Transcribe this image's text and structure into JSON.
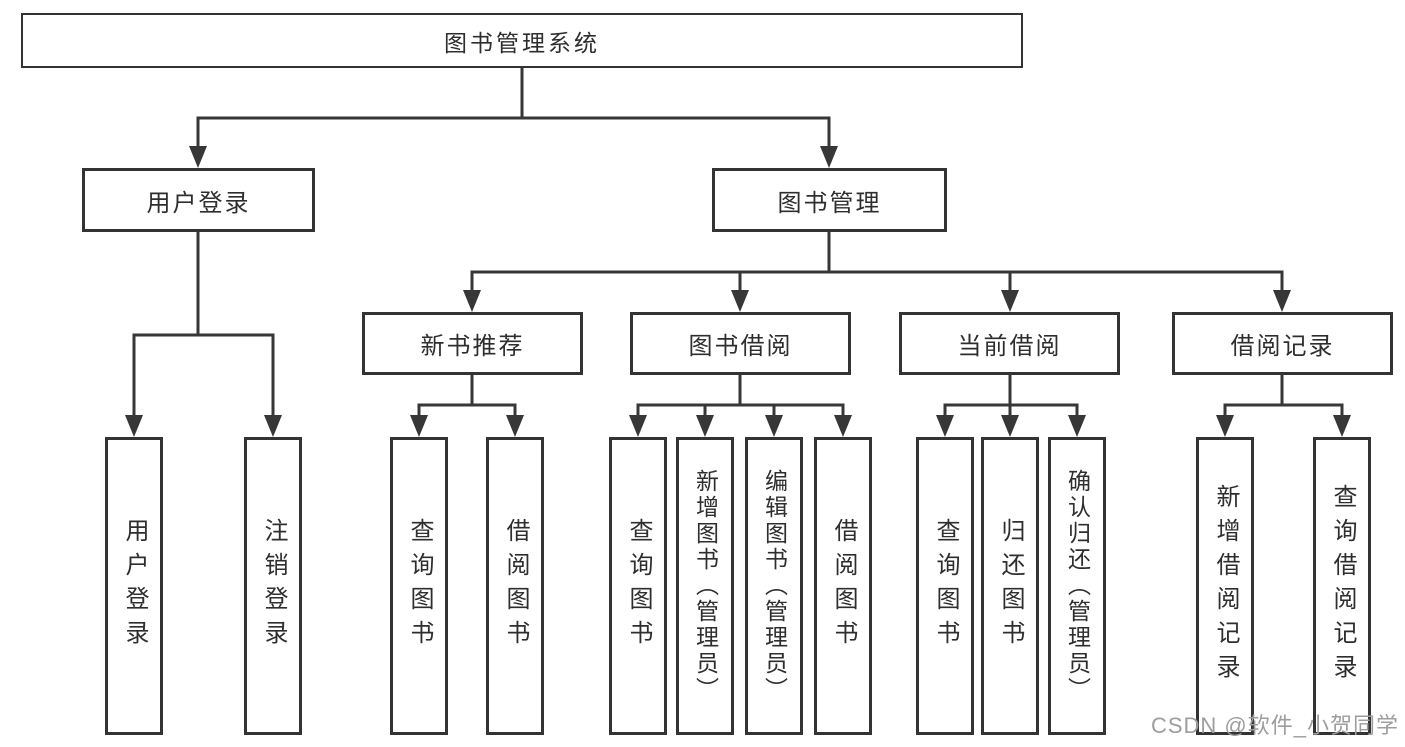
{
  "title": "图书管理系统",
  "branches": [
    {
      "label": "用户登录",
      "children": [
        "用户登录",
        "注销登录"
      ]
    },
    {
      "label": "图书管理",
      "sections": [
        {
          "label": "新书推荐",
          "children": [
            "查询图书",
            "借阅图书"
          ]
        },
        {
          "label": "图书借阅",
          "children": [
            "查询图书",
            "新增图书（管理员）",
            "编辑图书（管理员）",
            "借阅图书"
          ]
        },
        {
          "label": "当前借阅",
          "children": [
            "查询图书",
            "归还图书",
            "确认归还（管理员）"
          ]
        },
        {
          "label": "借阅记录",
          "children": [
            "新增借阅记录",
            "查询借阅记录"
          ]
        }
      ]
    }
  ],
  "watermark": "CSDN @软件_小贺同学",
  "colors": {
    "line": "#373737",
    "border": "#333333",
    "text": "#2e2e2e",
    "watermark": "#9d9d9d",
    "background": "#ffffff"
  }
}
